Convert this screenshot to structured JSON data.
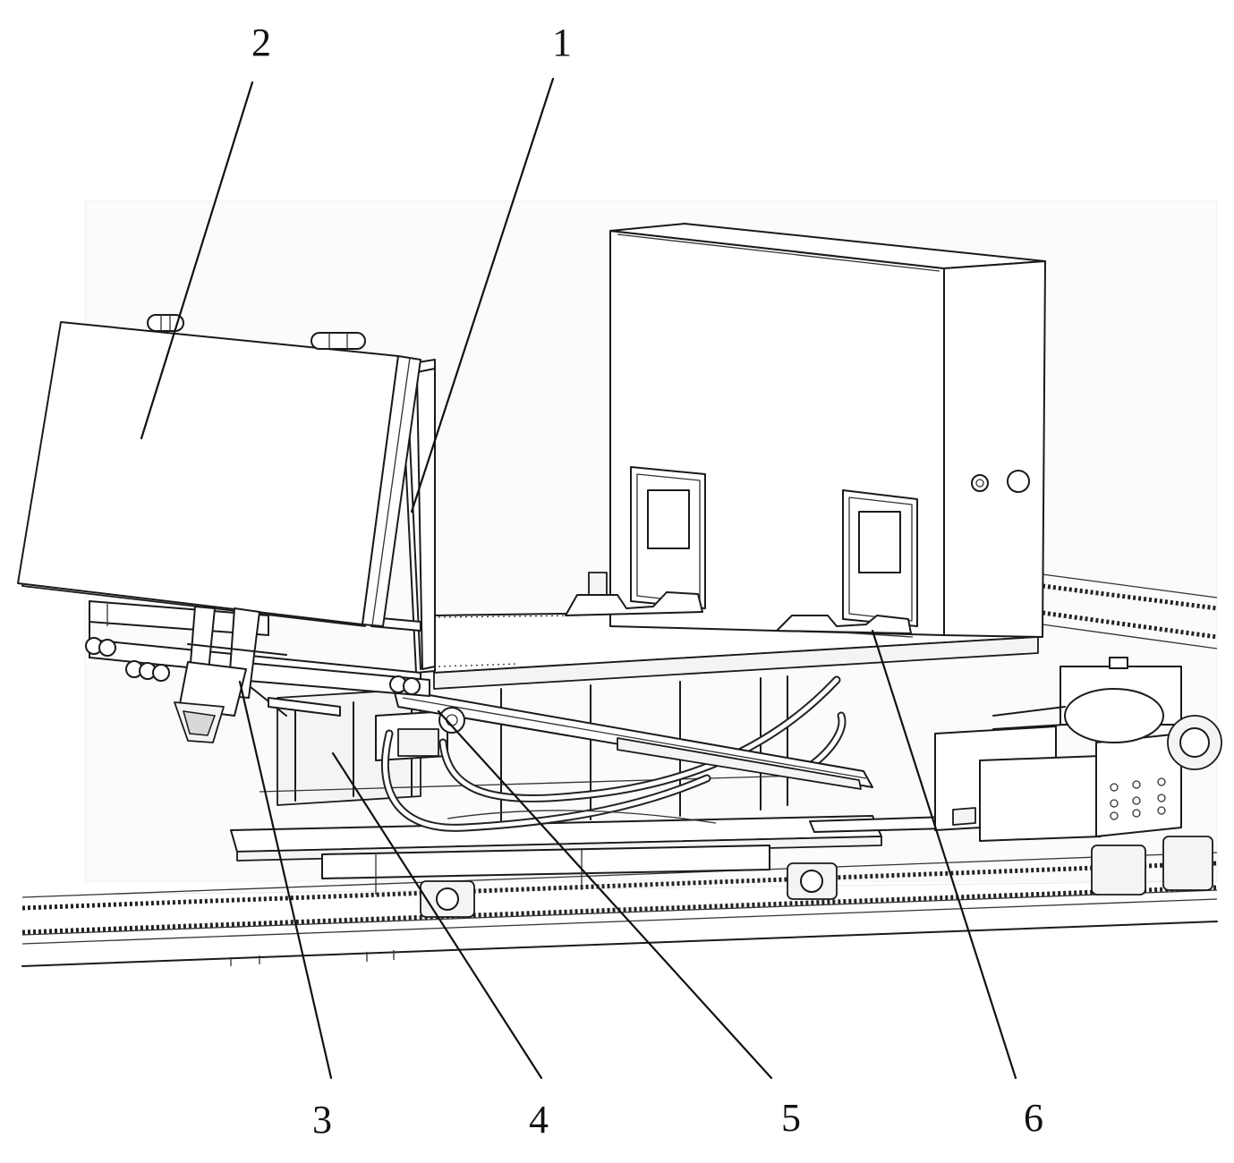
{
  "figure": {
    "background": "#ffffff",
    "line_color": "#1a1a1a",
    "callouts": [
      {
        "id": "1",
        "text": "1"
      },
      {
        "id": "2",
        "text": "2"
      },
      {
        "id": "3",
        "text": "3"
      },
      {
        "id": "4",
        "text": "4"
      },
      {
        "id": "5",
        "text": "5"
      },
      {
        "id": "6",
        "text": "6"
      }
    ]
  }
}
